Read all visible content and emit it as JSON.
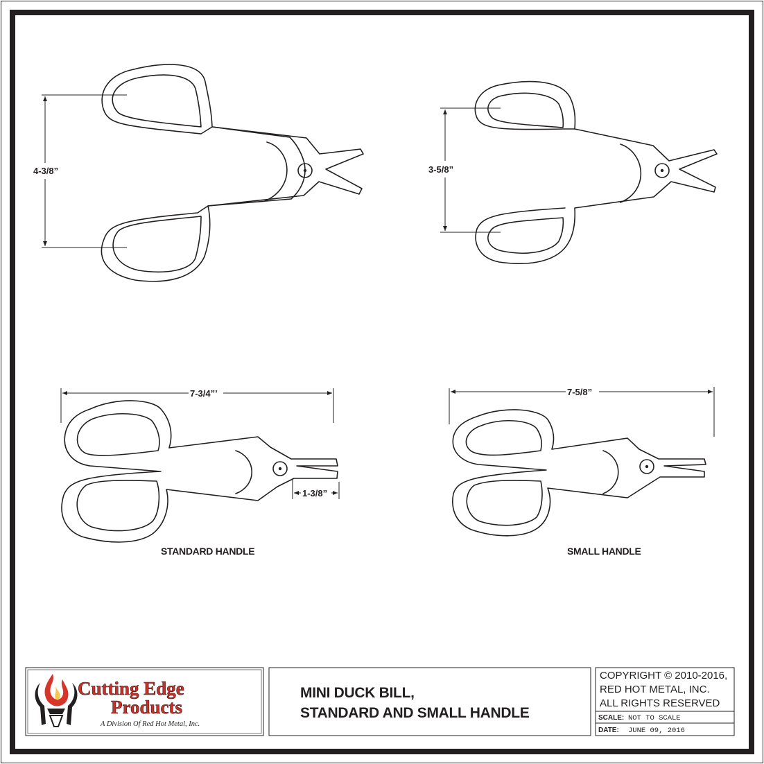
{
  "drawing": {
    "dimensions": {
      "top_left_height": "4-3/8”",
      "top_right_height": "3-5/8”",
      "bottom_left_length": "7-3/4”’",
      "bottom_left_blade": "1-3/8”",
      "bottom_right_length": "7-5/8”"
    },
    "captions": {
      "standard": "STANDARD HANDLE",
      "small": "SMALL HANDLE"
    }
  },
  "title_block": {
    "logo": {
      "line1": "Cutting Edge",
      "line2": "Products",
      "tagline": "A Division Of Red Hot Metal, Inc.",
      "brand_color": "#c8312a"
    },
    "title_line1": "MINI DUCK BILL,",
    "title_line2": "STANDARD AND SMALL HANDLE",
    "copyright_line1": "COPYRIGHT © 2010-2016,",
    "copyright_line2": "RED HOT METAL, INC.",
    "copyright_line3": "ALL RIGHTS RESERVED",
    "scale_label": "SCALE:",
    "scale_value": "NOT TO SCALE",
    "date_label": "DATE:",
    "date_value": "JUNE 09, 2016"
  }
}
